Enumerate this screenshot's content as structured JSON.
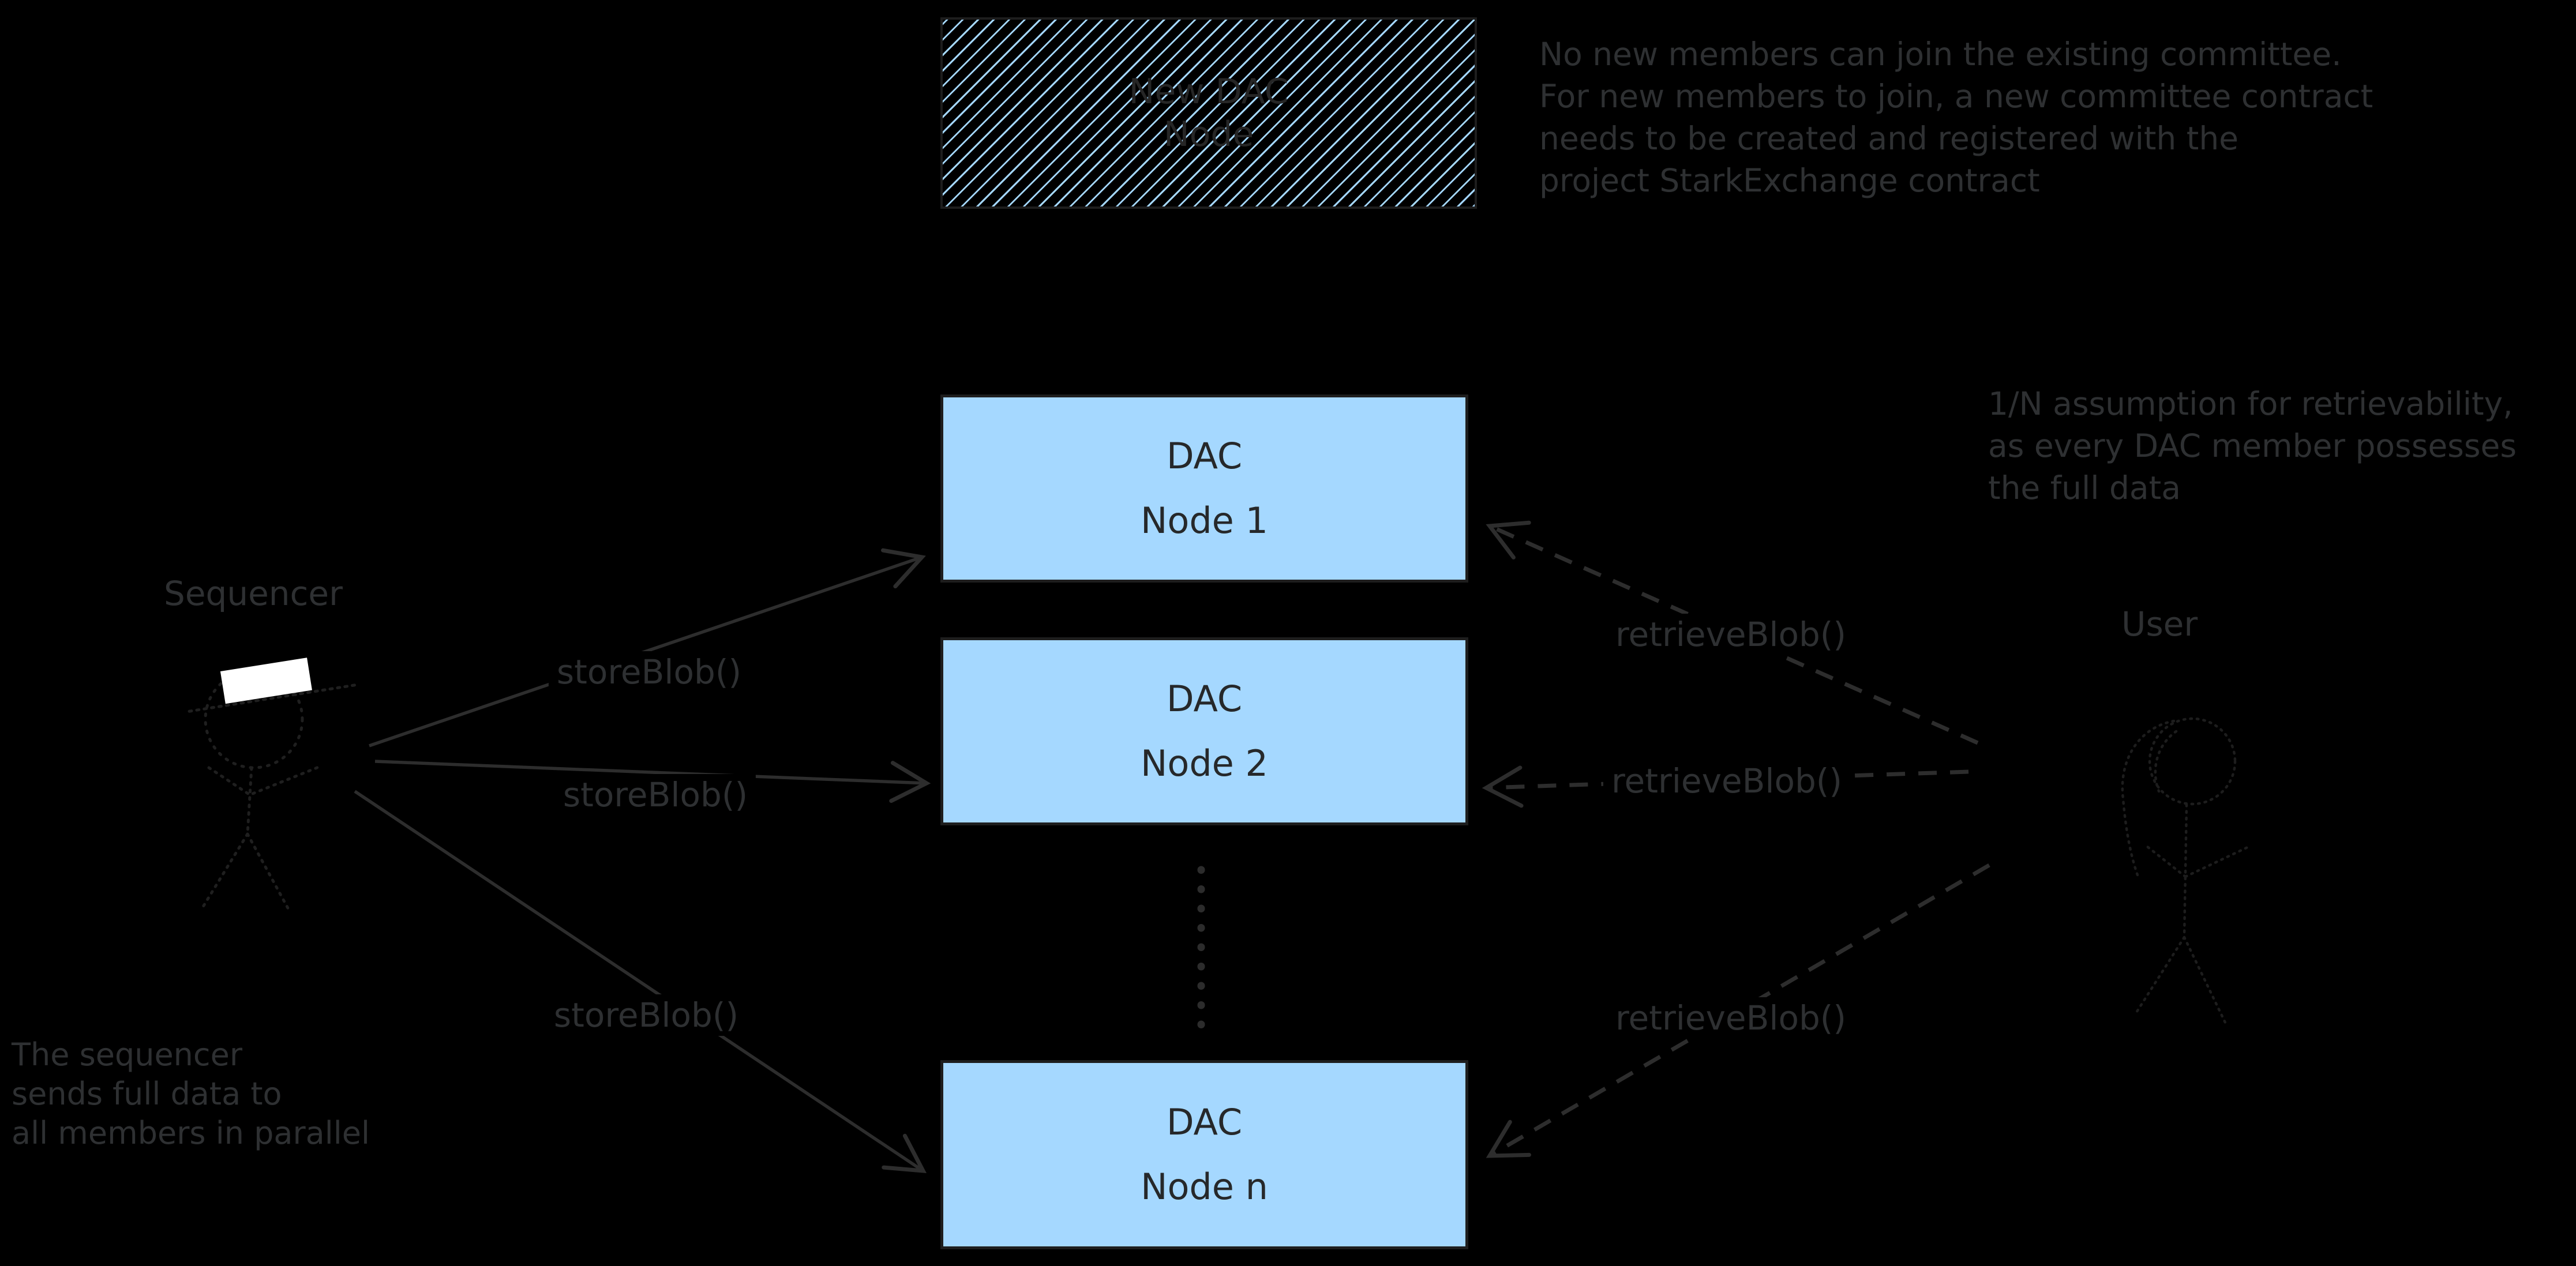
{
  "colors": {
    "background": "#000000",
    "box_fill": "#a5d8ff",
    "box_border": "#1e1e1e",
    "hatch_line": "#a5d8ff",
    "annotation_text": "#2e3032",
    "box_text": "#26282a",
    "arrow_stroke": "#2d2d2d",
    "figure_stroke": "#1f1f1f",
    "hat_fill": "#ffffff"
  },
  "diagram": {
    "new_dac_box": {
      "line1": "New DAC",
      "line2": "Node"
    },
    "nodes": [
      {
        "line1": "DAC",
        "line2": "Node 1"
      },
      {
        "line1": "DAC",
        "line2": "Node 2"
      },
      {
        "line1": "DAC",
        "line2": "Node n"
      }
    ],
    "sequencer": {
      "label": "Sequencer"
    },
    "user": {
      "label": "User"
    },
    "store_labels": [
      "storeBlob()",
      "storeBlob()",
      "storeBlob()"
    ],
    "retrieve_labels": [
      "retrieveBlob()",
      "retrieveBlob()",
      "retrieveBlob()"
    ],
    "annotations": {
      "committee_note": [
        "No new members can join the existing committee.",
        "For new members to join, a new committee contract",
        "needs to be created and registered with the",
        "project StarkExchange contract"
      ],
      "retrievability_note": [
        "1/N assumption for retrievability,",
        "as every DAC member possesses",
        "the full data"
      ],
      "sequencer_note": [
        "The sequencer",
        "sends full data to",
        "all members in parallel"
      ]
    }
  }
}
